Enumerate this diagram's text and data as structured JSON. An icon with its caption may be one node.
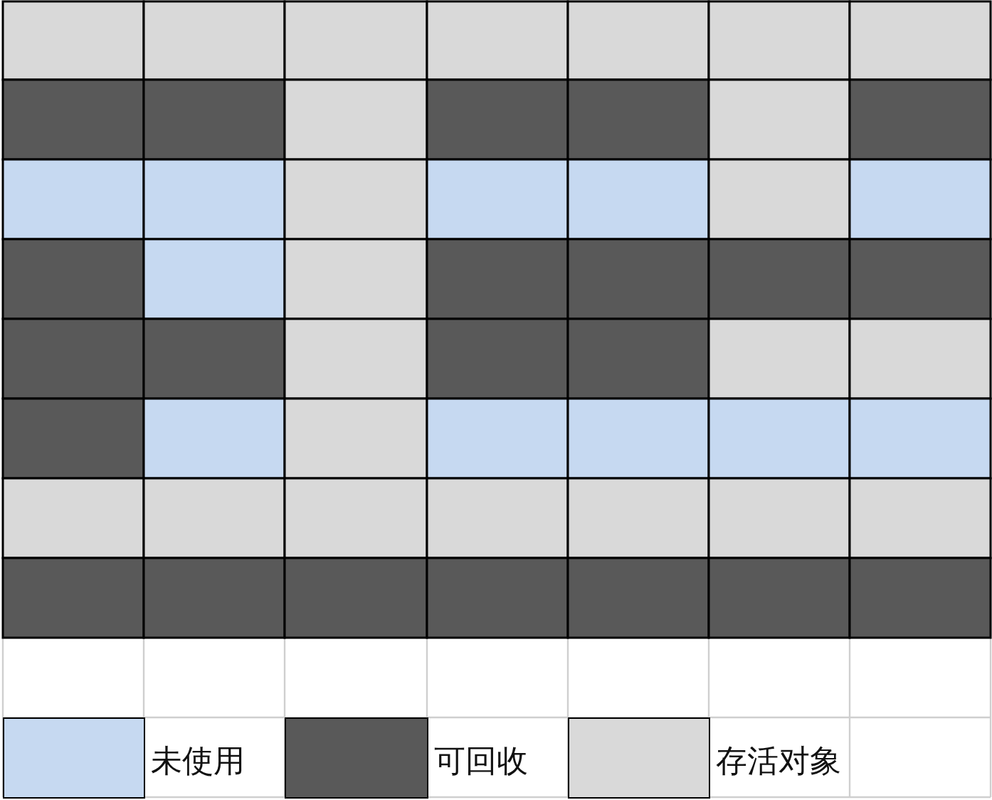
{
  "diagram": {
    "legend": [
      {
        "text": "未使用",
        "color": "#c6d9f1"
      },
      {
        "text": "可回收",
        "color": "#595959"
      },
      {
        "text": "存活对象",
        "color": "#d9d9d9"
      }
    ]
  }
}
